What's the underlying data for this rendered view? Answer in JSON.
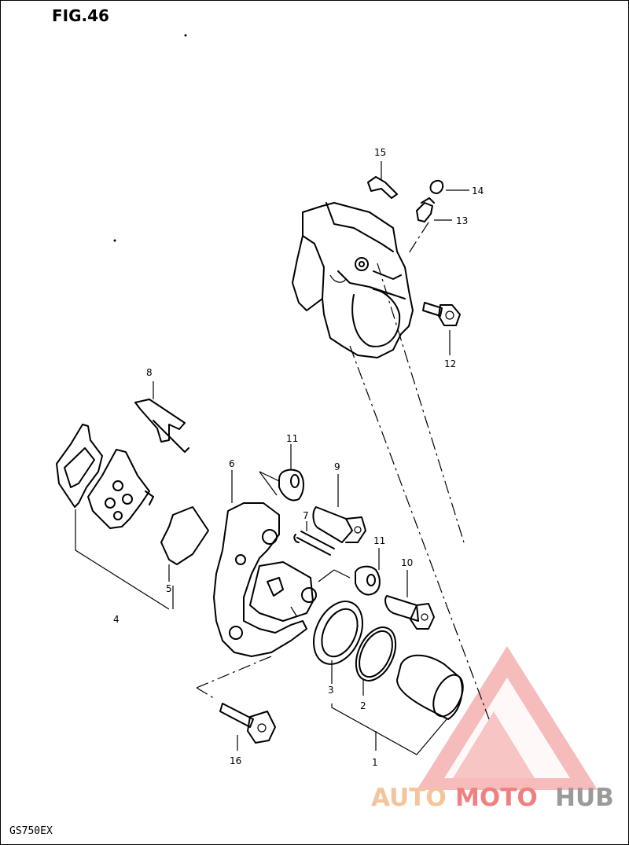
{
  "figure_title": "FIG.46",
  "model_code": "GS750EX",
  "watermark": {
    "part1": "AUTO",
    "part2": "MOTO",
    "part3": "HUB",
    "color_light": "#f4c49a",
    "color_mid": "#f08080",
    "color_dark": "#9a9a9a"
  },
  "parts": {
    "p1": "1",
    "p2": "2",
    "p3": "3",
    "p4": "4",
    "p5": "5",
    "p6": "6",
    "p7": "7",
    "p8": "8",
    "p9": "9",
    "p10": "10",
    "p11a": "11",
    "p11b": "11",
    "p12": "12",
    "p13": "13",
    "p14": "14",
    "p15": "15",
    "p16": "16"
  }
}
